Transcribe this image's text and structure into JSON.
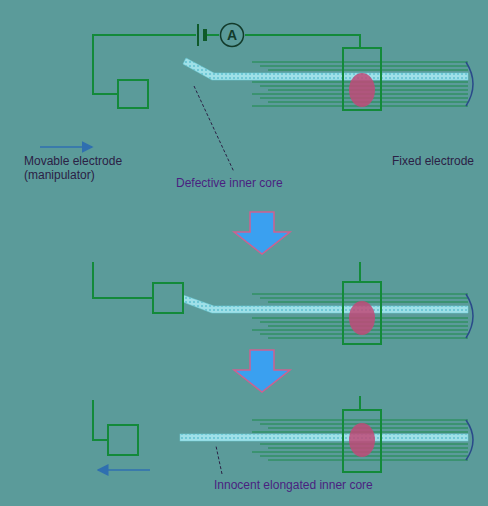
{
  "diagram": {
    "nodes": [
      {
        "text": [
          "A"
        ]
      }
    ],
    "labels": [
      "Movable electrode (manipulator)",
      "Fixed electrode",
      "Defective inner core",
      "Innocent elongated inner core"
    ]
  }
}
